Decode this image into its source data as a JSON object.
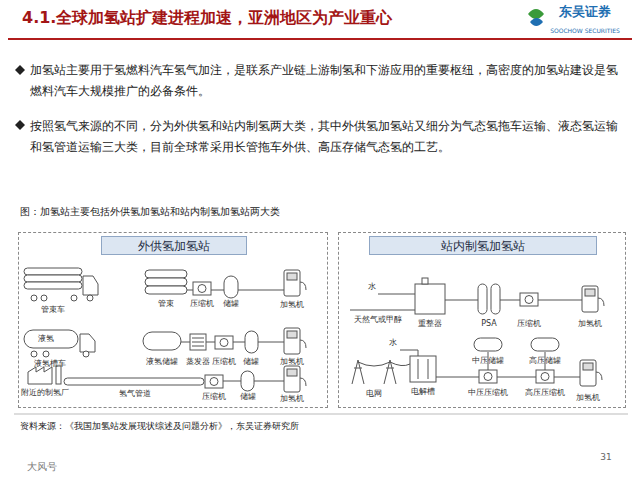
{
  "diagram": {
    "title": "4.1.全球加氢站扩建进程加速，亚洲地区为产业重心",
    "caption": "图：加氢站主要包括外供氢加氢站和站内制氢加氢站两大类",
    "nodes": [
      {
        "text": [
          "外供氢加氢站"
        ]
      },
      {
        "text": [
          "站内制氢加氢站"
        ]
      }
    ],
    "labels": [
      "东吴证券",
      "SOOCHOW SECURITIES",
      "加氢站主要用于氢燃料汽车氢气加注，是联系产业链上游制氢和下游应用的重要枢纽，高密度的加氢站建设是氢燃料汽车大规模推广的必备条件。",
      "按照氢气来源的不同，分为外供氢和站内制氢两大类，其中外供氢加氢站又细分为气态氢拖车运输、液态氢运输和氢管道运输三大类，目前全球常采用长管拖车外供、高压存储气态氢的工艺。",
      "管束车",
      "管束",
      "压缩机",
      "储罐",
      "加氢机",
      "液氢",
      "液氢槽车",
      "液氢储罐",
      "蒸发器",
      "压缩机",
      "储罐",
      "加氢机",
      "附近的制氢厂",
      "氢气管道",
      "压缩机",
      "储罐",
      "加氢机",
      "水",
      "天然气或甲醇",
      "重整器",
      "PSA",
      "压缩机",
      "加氢机",
      "水",
      "中压储罐",
      "高压储罐",
      "电网",
      "电解槽",
      "中压压缩机",
      "高压压缩机",
      "加氢机",
      "资料来源：《我国加氢站发展现状综述及问题分析》，东吴证券研究所",
      "31",
      "大风号"
    ]
  }
}
